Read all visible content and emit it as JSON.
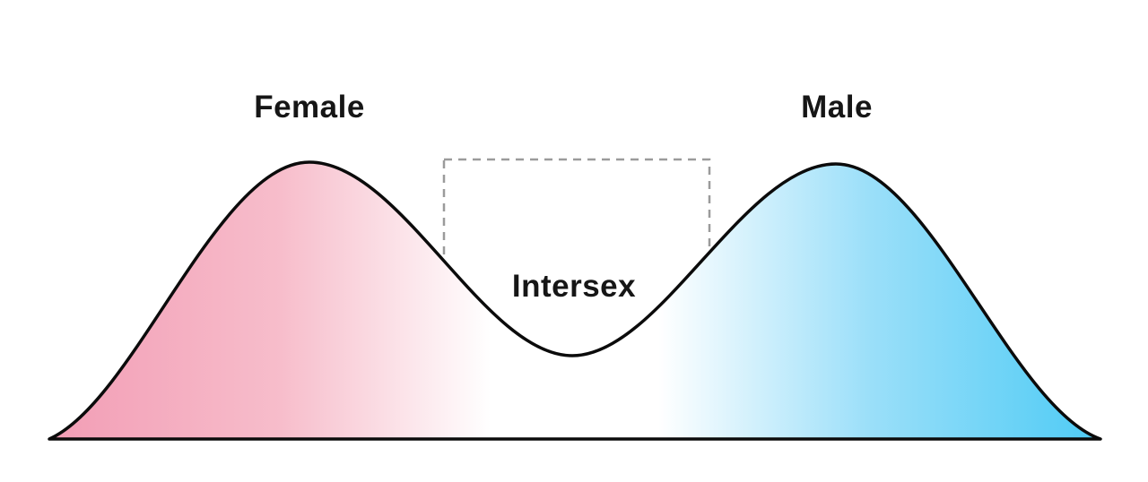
{
  "diagram": {
    "labels": {
      "left_peak": "Female",
      "right_peak": "Male",
      "valley": "Intersex"
    },
    "colors": {
      "female_pink_strong": "#F29DB5",
      "female_pink_soft": "#F7BDCB",
      "male_blue_soft": "#9BDFF9",
      "male_blue_strong": "#4ECBF5",
      "curve_stroke": "#0B0B0B",
      "dashed_box": "#9B9B9B",
      "background": "#FFFFFF"
    }
  }
}
